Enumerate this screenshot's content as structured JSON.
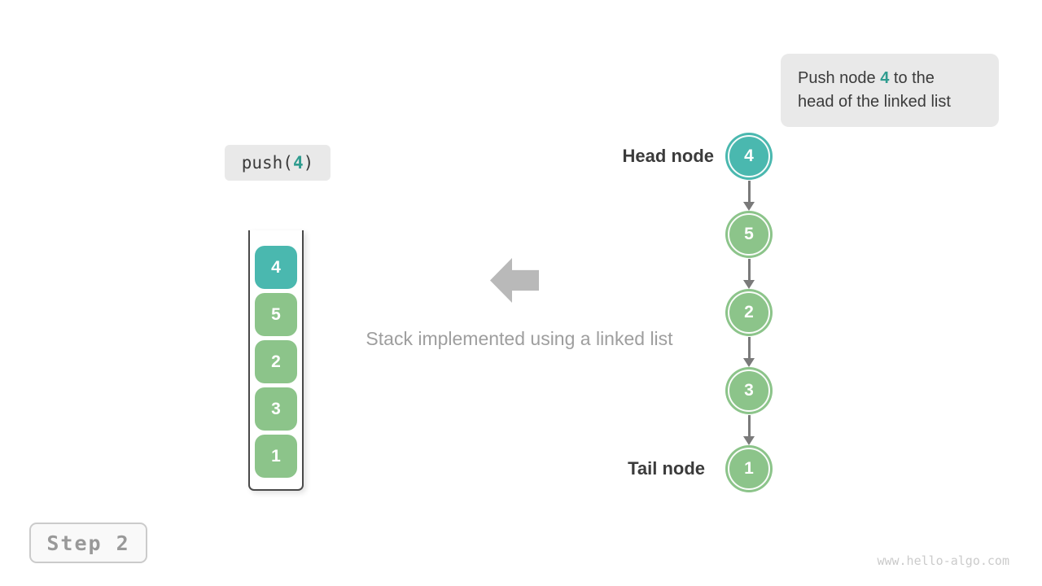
{
  "palette": {
    "teal": "#4AB8AF",
    "teal_text": "#2F9C8F",
    "green": "#8CC48A",
    "label_dark": "#3B3B3B",
    "callout_bg": "#E9E9E9",
    "caption_gray": "#9E9E9E",
    "big_arrow_gray": "#B9B9B9",
    "link_arrow_gray": "#7A7A7A",
    "container_border": "#4A4A4A",
    "step_text": "#999999",
    "step_border": "#CBCBCB",
    "step_bg": "#F9F9F9",
    "watermark_gray": "#CBCBCB"
  },
  "callout": {
    "line1_prefix": "Push node ",
    "line1_highlight": "4",
    "line1_suffix": " to the",
    "line2": "head of the linked list"
  },
  "operation": {
    "prefix": "push(",
    "arg": "4",
    "suffix": ")"
  },
  "stack": {
    "items": [
      {
        "value": "4",
        "highlight": true
      },
      {
        "value": "5"
      },
      {
        "value": "2"
      },
      {
        "value": "3"
      },
      {
        "value": "1"
      }
    ]
  },
  "caption": "Stack implemented using a linked list",
  "linked_list": {
    "head_label": "Head node",
    "tail_label": "Tail node",
    "nodes": [
      {
        "value": "4",
        "highlight": true
      },
      {
        "value": "5"
      },
      {
        "value": "2"
      },
      {
        "value": "3"
      },
      {
        "value": "1"
      }
    ]
  },
  "step": {
    "label": "Step 2"
  },
  "watermark": "www.hello-algo.com"
}
